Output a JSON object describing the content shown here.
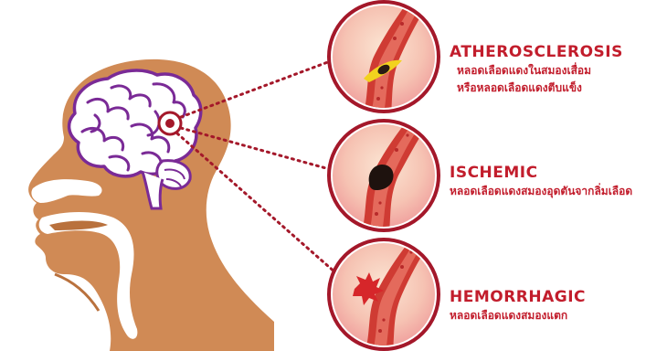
{
  "conditions": [
    {
      "title": "ATHEROSCLEROSIS",
      "description_lines": [
        "หลอดเลือดแดงในสมองเสื่อม",
        "หรือหลอดเลือดแดงตีบแข็ง"
      ],
      "icon": "narrowed-artery-with-plaque"
    },
    {
      "title": "ISCHEMIC",
      "description_lines": [
        "หลอดเลือดแดงสมองอุดตันจากลิ่มเลือด"
      ],
      "icon": "artery-blocked-by-clot"
    },
    {
      "title": "HEMORRHAGIC",
      "description_lines": [
        "หลอดเลือดแดงสมองแตก"
      ],
      "icon": "ruptured-artery"
    }
  ],
  "colors": {
    "skin": "#d08a55",
    "skin_dark": "#b9713d",
    "brain_outline": "#7a2a96",
    "brain_fill": "#ffffff",
    "connector": "#a4182a",
    "circle_ring": "#a4182a",
    "circle_fill": "#f0a79c",
    "artery": "#cf3b33",
    "plaque": "#f2d21e",
    "label_text": "#c21d2c"
  }
}
